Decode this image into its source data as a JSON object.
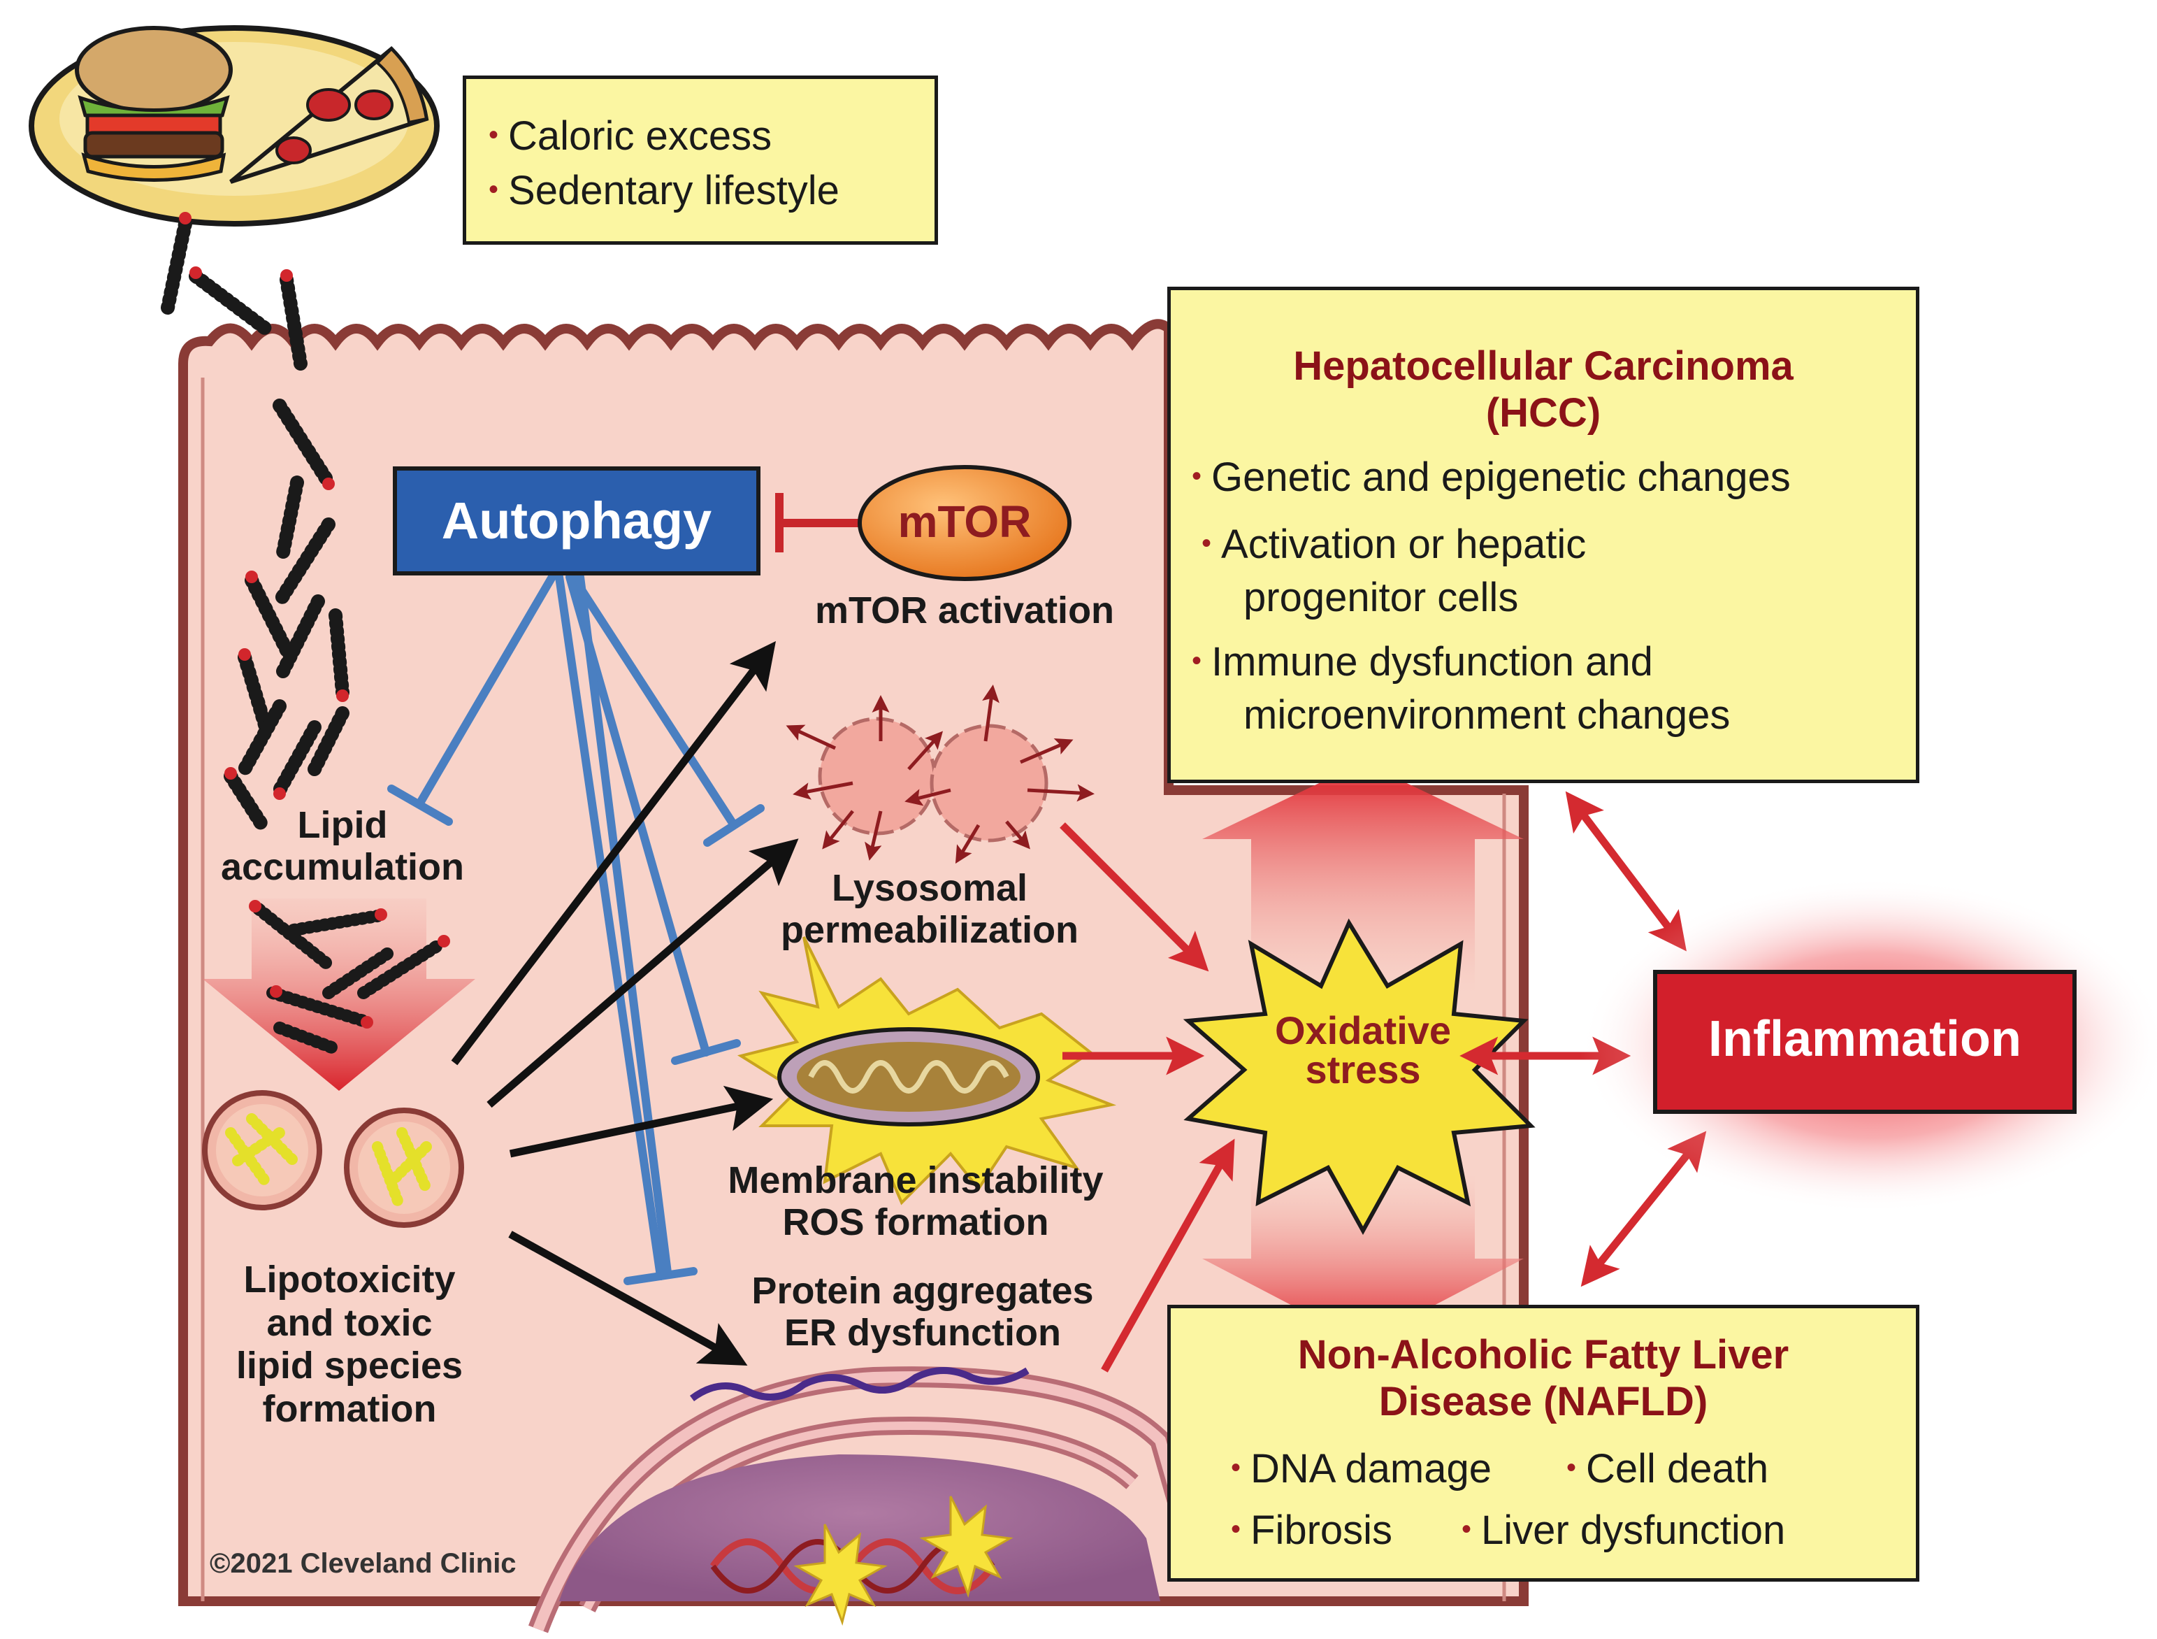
{
  "top_box": {
    "items": [
      "Caloric excess",
      "Sedentary lifestyle"
    ]
  },
  "autophagy": {
    "label": "Autophagy"
  },
  "mtor": {
    "label": "mTOR",
    "activation": "mTOR activation"
  },
  "labels": {
    "lipid_accumulation": [
      "Lipid",
      "accumulation"
    ],
    "lysosomal": [
      "Lysosomal",
      "permeabilization"
    ],
    "membrane": [
      "Membrane instability",
      "ROS formation"
    ],
    "protein": [
      "Protein aggregates",
      "ER dysfunction"
    ],
    "lipotoxicity": [
      "Lipotoxicity",
      "and toxic",
      "lipid species",
      "formation"
    ],
    "oxidative": [
      "Oxidative",
      "stress"
    ]
  },
  "hcc": {
    "title": [
      "Hepatocellular Carcinoma",
      "(HCC)"
    ],
    "items": [
      [
        "Genetic and epigenetic changes"
      ],
      [
        "Activation or hepatic",
        "progenitor cells"
      ],
      [
        "Immune dysfunction and",
        "microenvironment changes"
      ]
    ]
  },
  "inflammation": {
    "label": "Inflammation"
  },
  "nafld": {
    "title": [
      "Non-Alcoholic Fatty Liver",
      "Disease (NAFLD)"
    ],
    "items": [
      "DNA damage",
      "Cell death",
      "Fibrosis",
      "Liver dysfunction"
    ]
  },
  "copyright": "©2021 Cleveland Clinic",
  "colors": {
    "cell_fill": "#f8d3c9",
    "membrane": "#8a3b36",
    "box_yellow": "#fbf6a2",
    "autophagy_blue": "#2b5fae",
    "inhibit_blue": "#4a7fc1",
    "arrow_red": "#d42a30",
    "inflammation_red": "#d21f2b",
    "mtor_orange": "#f08a2a",
    "title_red": "#8b1218"
  }
}
